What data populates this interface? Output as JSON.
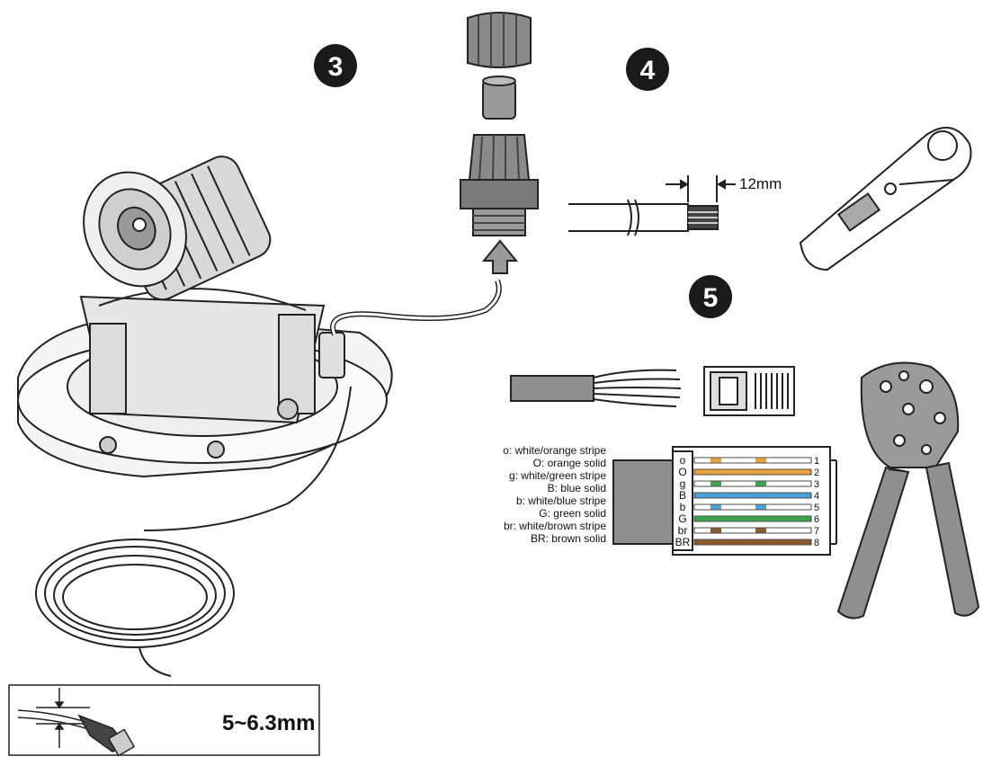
{
  "steps": {
    "step3": "3",
    "step4": "4",
    "step5": "5"
  },
  "strip_length": "12mm",
  "cable_diameter": "5~6.3mm",
  "legend": [
    "o: white/orange stripe",
    "O: orange solid",
    "g: white/green stripe",
    "B: blue solid",
    "b: white/blue stripe",
    "G: green solid",
    "br: white/brown stripe",
    "BR: brown solid"
  ],
  "pin_codes": [
    "o",
    "O",
    "g",
    "B",
    "b",
    "G",
    "br",
    "BR"
  ],
  "pin_numbers": [
    "1",
    "2",
    "3",
    "4",
    "5",
    "6",
    "7",
    "8"
  ],
  "wire_colors": {
    "orange": "#e8a23a",
    "green": "#3aa64a",
    "blue": "#4aa0d8",
    "brown": "#8a5a2b",
    "white": "#ffffff"
  },
  "icons": {
    "camera": "dome-camera-icon",
    "gland": "cable-gland-icon",
    "stripper": "wire-stripper-icon",
    "crimper": "crimping-tool-icon",
    "plug": "rj45-plug-icon"
  }
}
